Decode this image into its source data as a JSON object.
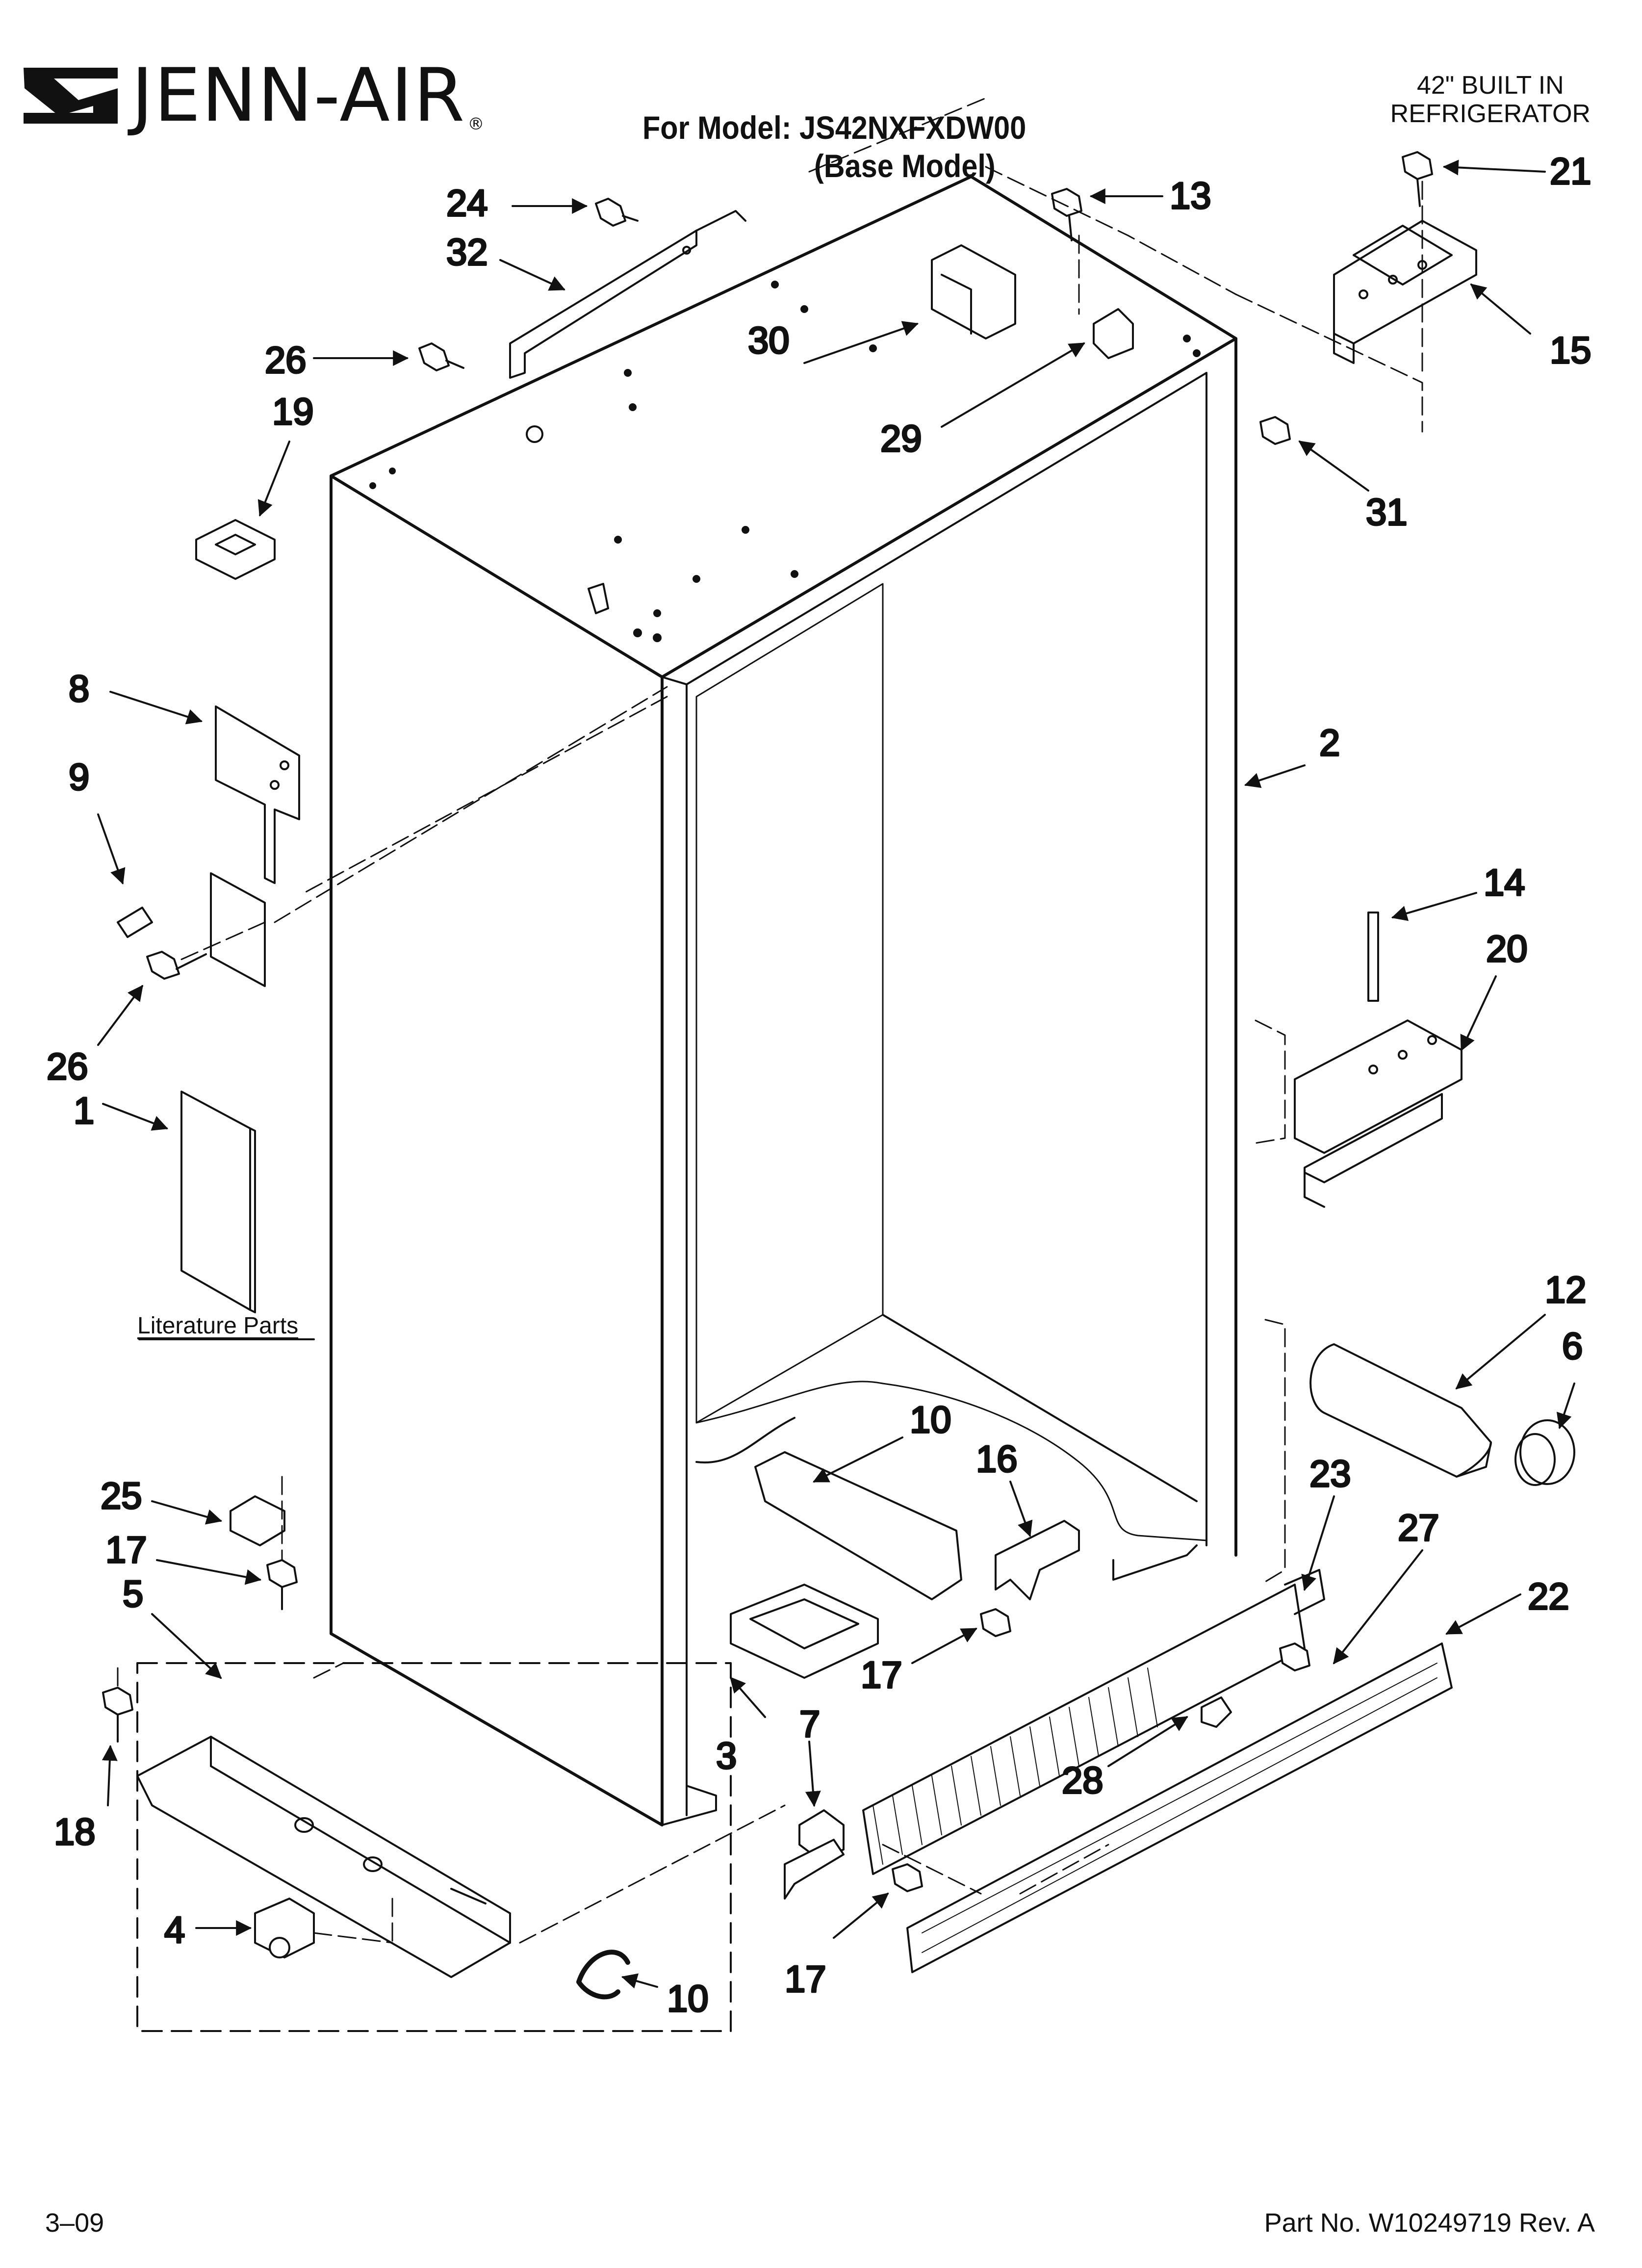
{
  "header": {
    "brand": "JENN-AIR",
    "brand_registered": "®",
    "model_line": "For Model: JS42NXFXDW00",
    "base_model_line": "(Base Model)",
    "product_line1": "42\" BUILT IN",
    "product_line2": "REFRIGERATOR"
  },
  "literature_label": "Literature Parts",
  "footer": {
    "date": "3–09",
    "part_number": "Part No. W10249719 Rev. A"
  },
  "callouts": [
    {
      "id": "24",
      "label": "24"
    },
    {
      "id": "32",
      "label": "32"
    },
    {
      "id": "26a",
      "label": "26"
    },
    {
      "id": "19",
      "label": "19"
    },
    {
      "id": "8",
      "label": "8"
    },
    {
      "id": "9",
      "label": "9"
    },
    {
      "id": "26b",
      "label": "26"
    },
    {
      "id": "1",
      "label": "1"
    },
    {
      "id": "13",
      "label": "13"
    },
    {
      "id": "30",
      "label": "30"
    },
    {
      "id": "29",
      "label": "29"
    },
    {
      "id": "21",
      "label": "21"
    },
    {
      "id": "15",
      "label": "15"
    },
    {
      "id": "31",
      "label": "31"
    },
    {
      "id": "2",
      "label": "2"
    },
    {
      "id": "14",
      "label": "14"
    },
    {
      "id": "20",
      "label": "20"
    },
    {
      "id": "12",
      "label": "12"
    },
    {
      "id": "6",
      "label": "6"
    },
    {
      "id": "10a",
      "label": "10"
    },
    {
      "id": "16",
      "label": "16"
    },
    {
      "id": "23",
      "label": "23"
    },
    {
      "id": "27",
      "label": "27"
    },
    {
      "id": "22",
      "label": "22"
    },
    {
      "id": "25",
      "label": "25"
    },
    {
      "id": "17a",
      "label": "17"
    },
    {
      "id": "5",
      "label": "5"
    },
    {
      "id": "17b",
      "label": "17"
    },
    {
      "id": "3",
      "label": "3"
    },
    {
      "id": "7",
      "label": "7"
    },
    {
      "id": "28",
      "label": "28"
    },
    {
      "id": "18",
      "label": "18"
    },
    {
      "id": "4",
      "label": "4"
    },
    {
      "id": "10b",
      "label": "10"
    },
    {
      "id": "17c",
      "label": "17"
    }
  ]
}
